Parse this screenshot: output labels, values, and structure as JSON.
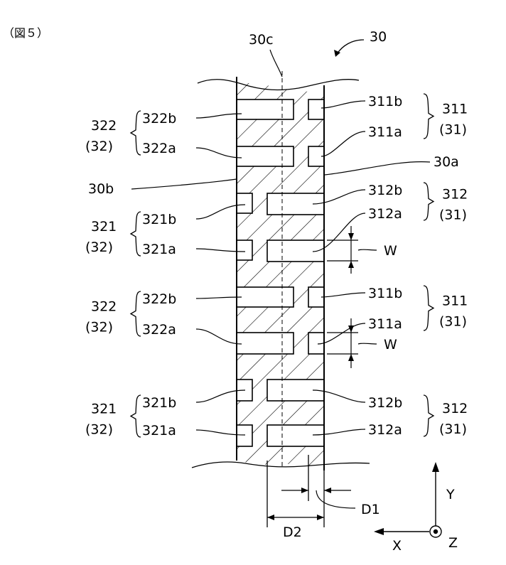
{
  "figure_label": "（図５）",
  "component_ref": "30",
  "center_line": "30c",
  "edge_right": "30a",
  "edge_left": "30b",
  "right_column": [
    {
      "sub": "311b",
      "group": "311",
      "parent": "(31)"
    },
    {
      "sub": "311a"
    },
    {
      "sub": "312b",
      "group": "312",
      "parent": "(31)"
    },
    {
      "sub": "312a"
    },
    {
      "sub": "311b",
      "group": "311",
      "parent": "(31)"
    },
    {
      "sub": "311a"
    },
    {
      "sub": "312b",
      "group": "312",
      "parent": "(31)"
    },
    {
      "sub": "312a"
    }
  ],
  "left_column": [
    {
      "sub": "322b",
      "group": "322",
      "parent": "(32)"
    },
    {
      "sub": "322a"
    },
    {
      "sub": "321b",
      "group": "321",
      "parent": "(32)"
    },
    {
      "sub": "321a"
    },
    {
      "sub": "322b",
      "group": "322",
      "parent": "(32)"
    },
    {
      "sub": "322a"
    },
    {
      "sub": "321b",
      "group": "321",
      "parent": "(32)"
    },
    {
      "sub": "321a"
    }
  ],
  "width_label": "W",
  "dim_d1": "D1",
  "dim_d2": "D2",
  "axes": {
    "y": "Y",
    "x": "X",
    "z": "Z"
  }
}
